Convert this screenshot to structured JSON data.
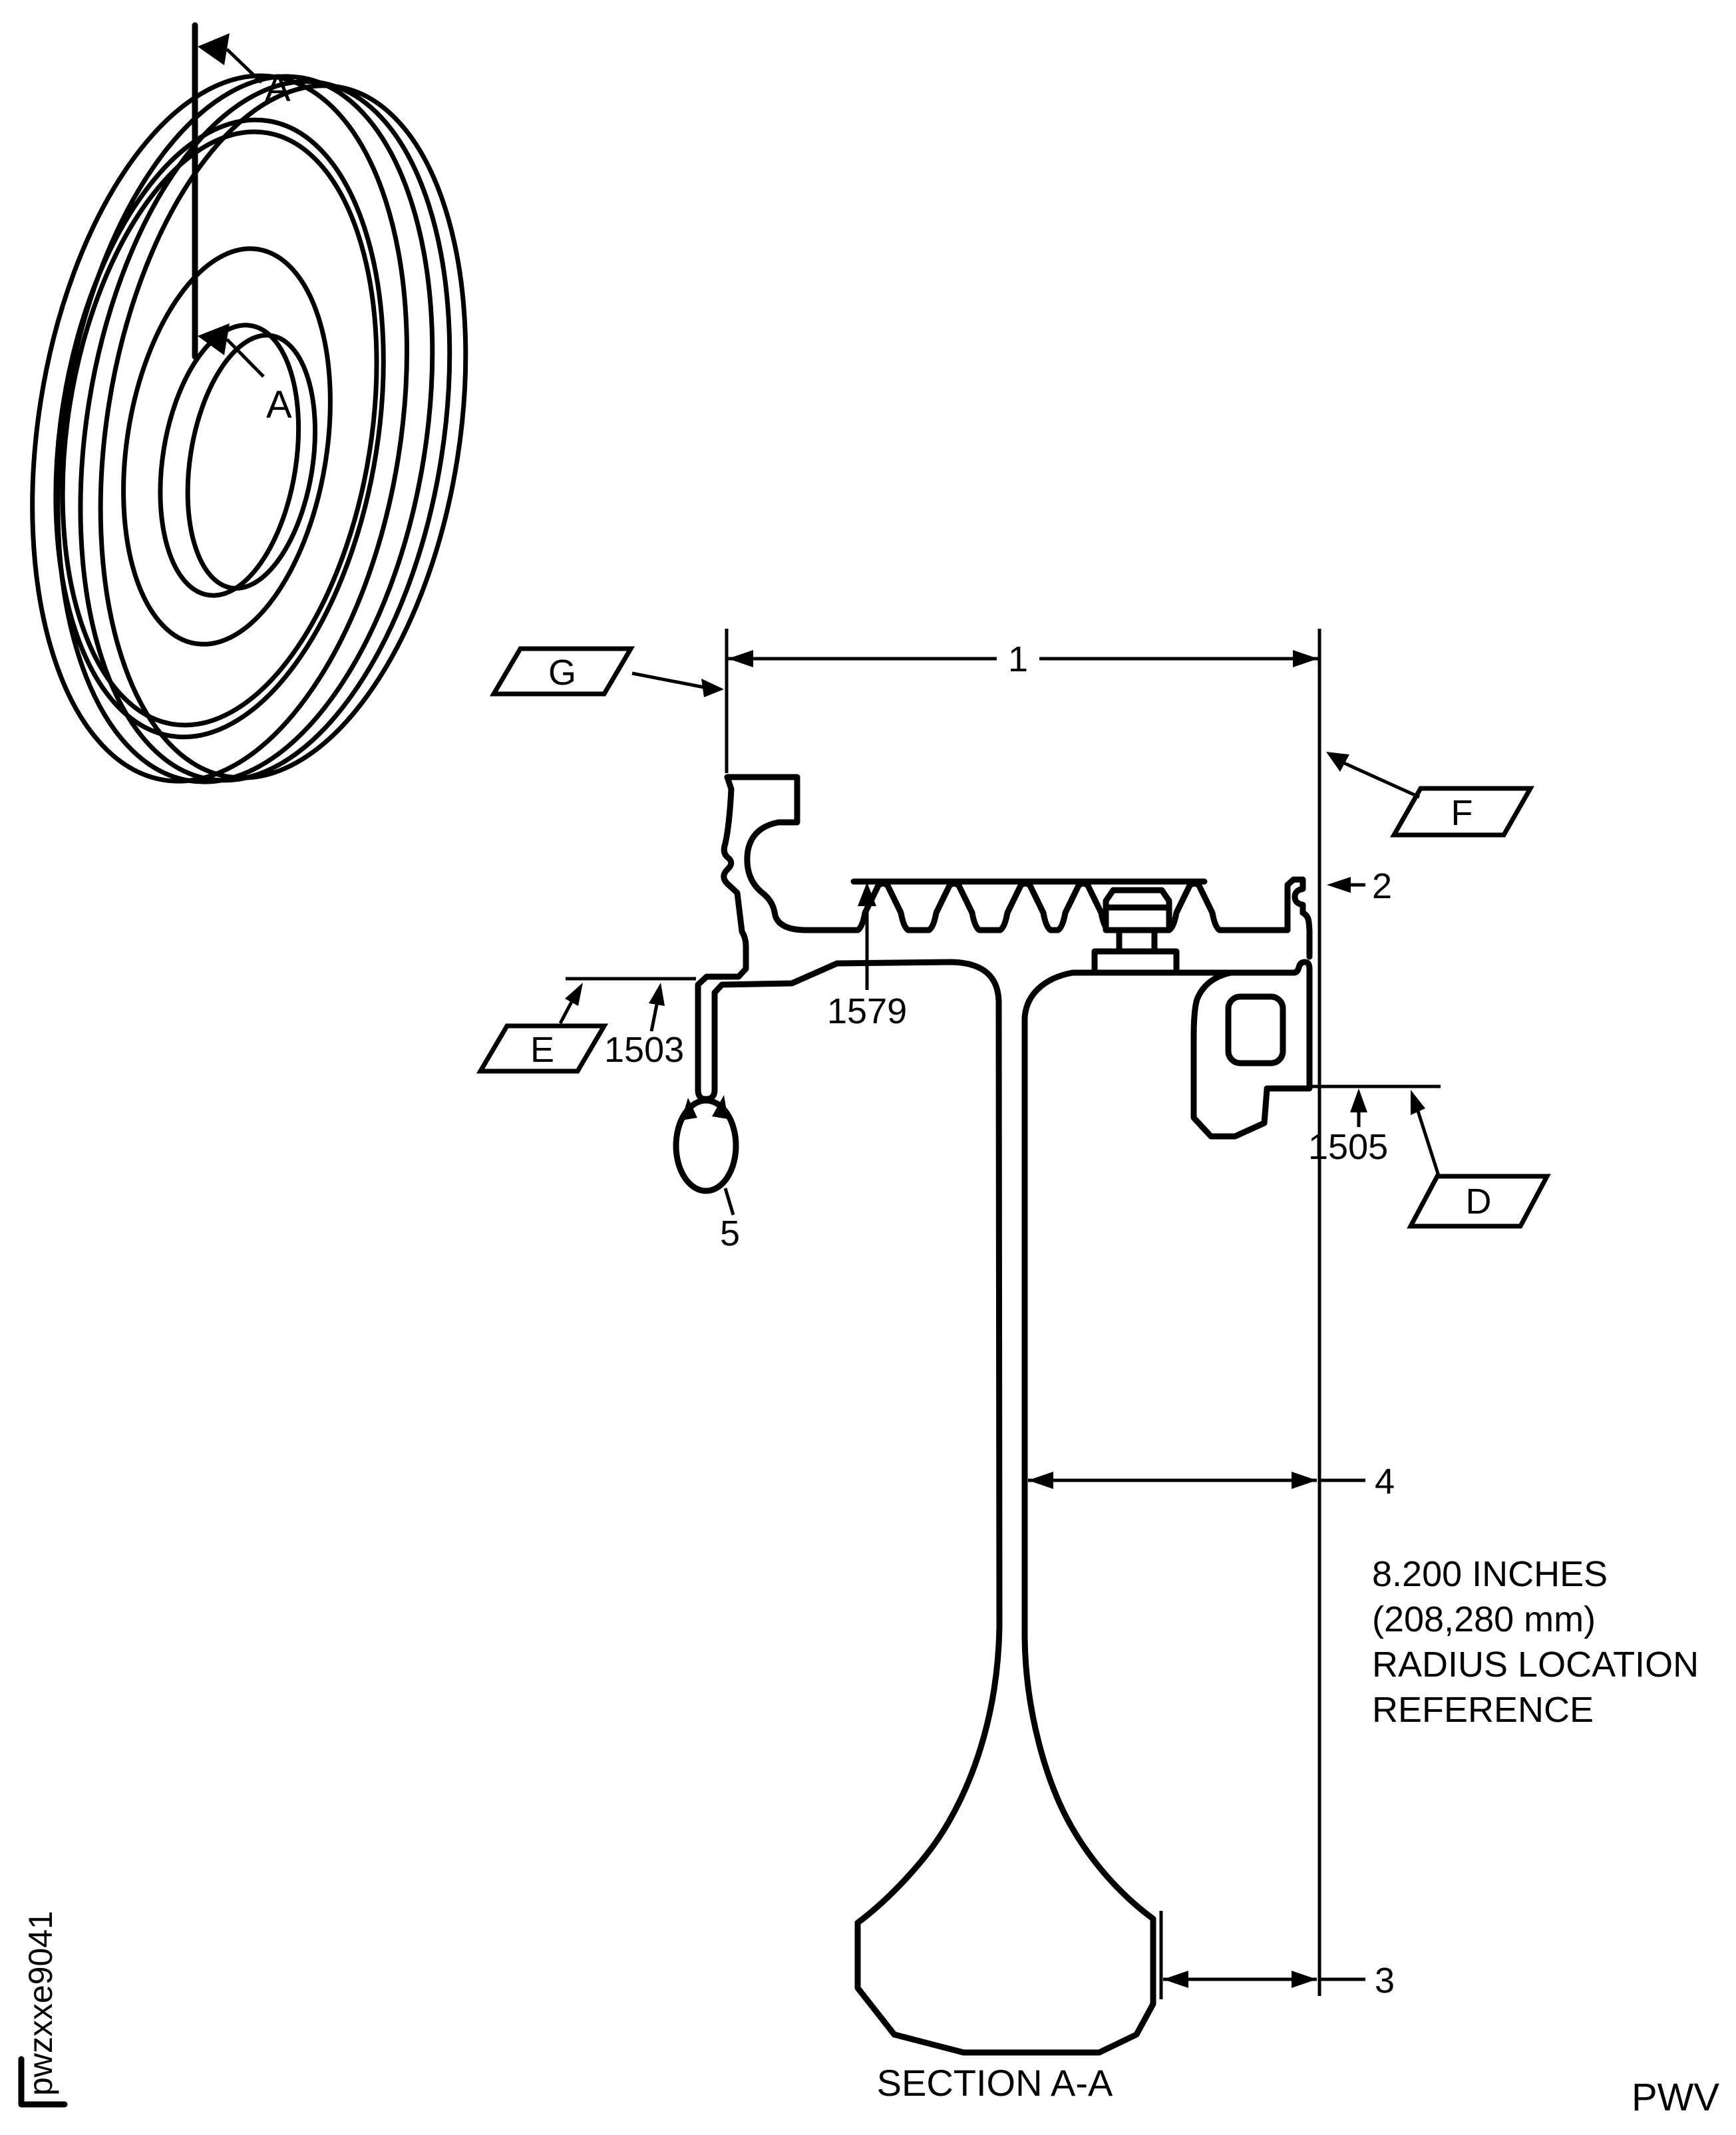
{
  "drawing": {
    "doc_code": "pwzxxe9041",
    "footer_code": "PWV",
    "section_label": "SECTION A-A",
    "view_arrow_label": "A",
    "flags": {
      "g": "G",
      "f": "F",
      "e": "E",
      "d": "D"
    },
    "callouts": {
      "n1": "1",
      "n2": "2",
      "n3": "3",
      "n4": "4",
      "n5": "5",
      "n1503": "1503",
      "n1505": "1505",
      "n1579": "1579"
    },
    "note": {
      "line1": "8.200 INCHES",
      "line2": "(208,280 mm)",
      "line3": "RADIUS LOCATION",
      "line4": "REFERENCE"
    },
    "colors": {
      "ink": "#000000",
      "paper": "#ffffff"
    }
  }
}
